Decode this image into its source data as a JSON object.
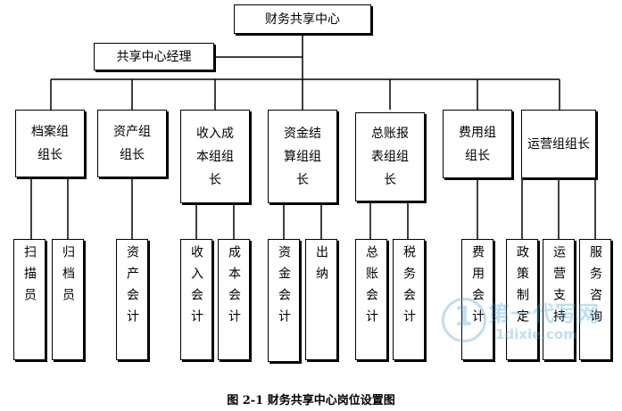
{
  "title": "财务共享中心",
  "manager": "共享中心经理",
  "groups": [
    {
      "label": "档案组组长",
      "staff": [
        "扫描员",
        "归档员"
      ]
    },
    {
      "label": "资产组组长",
      "staff": [
        "资产会计"
      ]
    },
    {
      "label": "收入成本组组长",
      "staff": [
        "收入会计",
        "成本会计"
      ]
    },
    {
      "label": "资金结算组组长",
      "staff": [
        "资金会计",
        "出纳"
      ]
    },
    {
      "label": "总账报表组组长",
      "staff": [
        "总账会计",
        "税务会计"
      ]
    },
    {
      "label": "费用组组长",
      "staff": [
        "费用会计"
      ]
    },
    {
      "label": "运营组组长",
      "staff": [
        "政策制定",
        "运营支持",
        "服务咨询"
      ]
    }
  ],
  "caption": "图 2-1 财务共享中心岗位设置图",
  "watermark": {
    "digit": "1",
    "cn": "第一代写网",
    "en": "1dixie.com"
  },
  "colors": {
    "line": "#000000",
    "watermark": "#4aa3d8"
  }
}
